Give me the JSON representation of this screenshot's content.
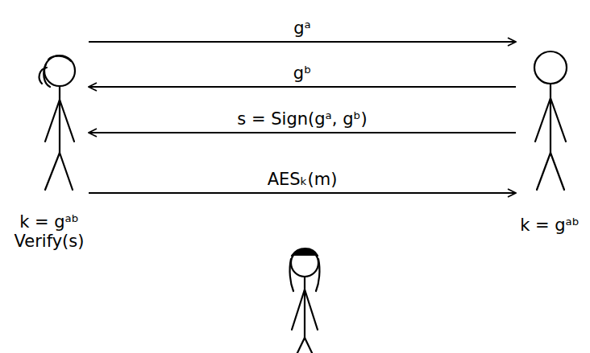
{
  "diagram": {
    "nodes": [
      {
        "text": [
          "k = gᵃᵇ",
          "Verify(s)"
        ]
      },
      {
        "text": [
          "k = gᵃᵇ"
        ]
      }
    ],
    "edges": [
      {
        "from": 0,
        "to": 1,
        "label": "gᵃ",
        "arrow": "to"
      },
      {
        "from": 1,
        "to": 0,
        "label": "gᵇ",
        "arrow": "to"
      },
      {
        "from": 1,
        "to": 0,
        "label": "s = Sign(gᵃ, gᵇ)",
        "arrow": "to"
      },
      {
        "from": 0,
        "to": 1,
        "label": "AESₖ(m)",
        "arrow": "to"
      }
    ]
  }
}
